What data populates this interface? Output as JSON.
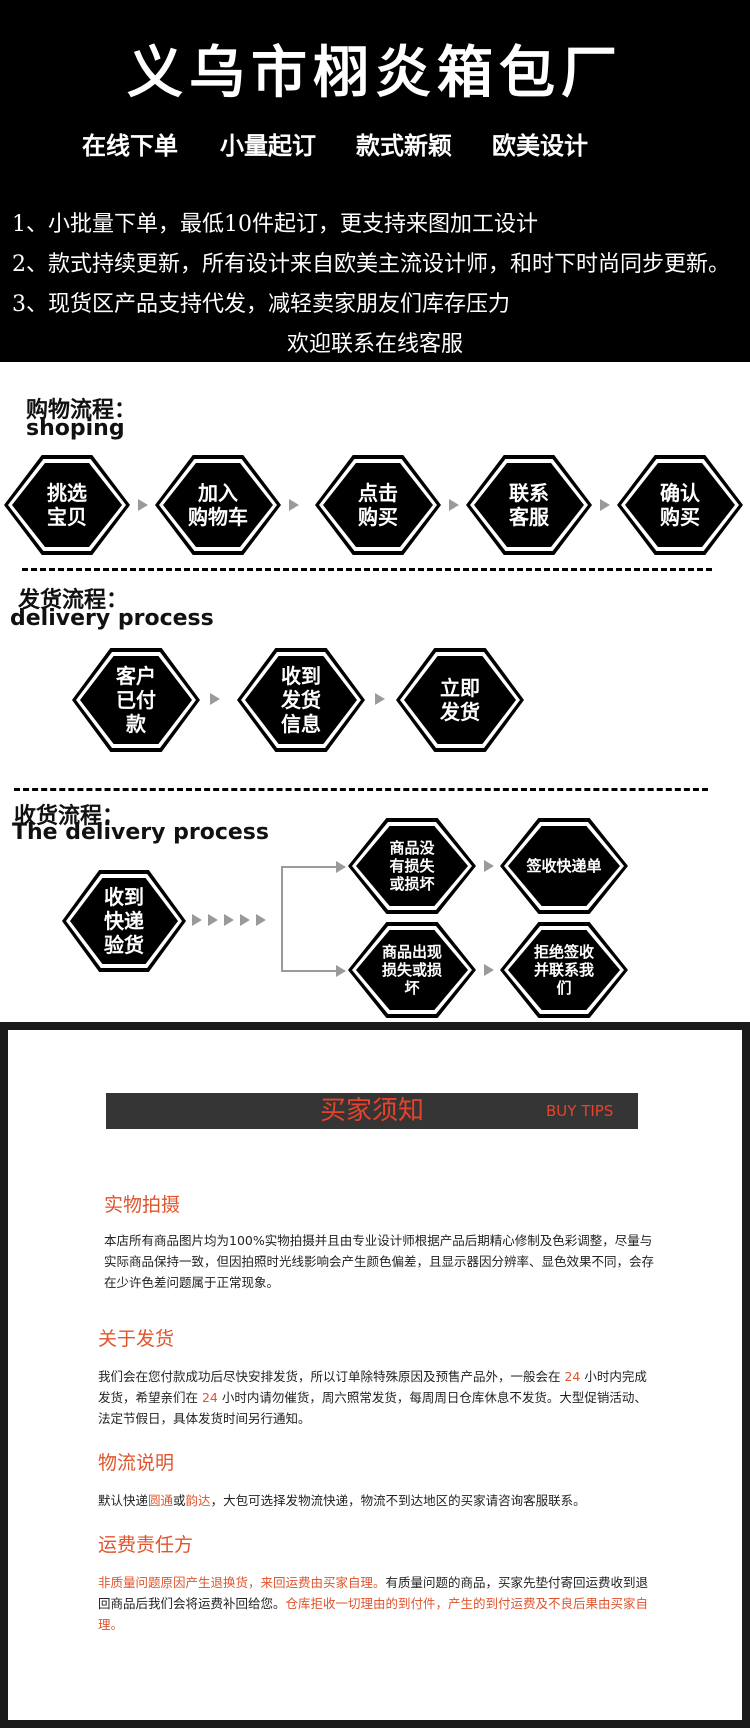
{
  "header": {
    "shop_name": "义乌市栩炎箱包厂",
    "tags": [
      "在线下单",
      "小量起订",
      "款式新颖",
      "欧美设计"
    ],
    "notes": [
      "1、小批量下单，最低10件起订，更支持来图加工设计",
      "2、款式持续更新，所有设计来自欧美主流设计师，和时下时尚同步更新。",
      "3、现货区产品支持代发，减轻卖家朋友们库存压力"
    ],
    "contact": "欢迎联系在线客服"
  },
  "shopping": {
    "title_cn": "购物流程：",
    "title_en": "shoping",
    "steps": [
      "挑选\n宝贝",
      "加入\n购物车",
      "点击\n购买",
      "联系\n客服",
      "确认\n购买"
    ]
  },
  "delivery": {
    "title_cn": "发货流程：",
    "title_en": "delivery  process",
    "steps": [
      "客户\n已付\n款",
      "收到\n发货\n信息",
      "立即\n发货"
    ]
  },
  "receiving": {
    "title_cn": "收货流程：",
    "title_en": "The delivery process",
    "start": "收到\n快递\n验货",
    "ok_check": "商品没\n有损失\n或损坏",
    "ok_result": "签收快递单",
    "bad_check": "商品出现\n损失或损\n坏",
    "bad_result": "拒绝签收\n并联系我\n们"
  },
  "tips": {
    "title_cn": "买家须知",
    "title_en": "BUY TIPS",
    "s1_title": "实物拍摄",
    "s1_text": "本店所有商品图片均为100%实物拍摄并且由专业设计师根据产品后期精心修制及色彩调整，尽量与实际商品保持一致，但因拍照时光线影响会产生颜色偏差，且显示器因分辨率、显色效果不同，会存在少许色差问题属于正常现象。",
    "s2_title": "关于发货",
    "s2_a": "我们会在您付款成功后尽快安排发货，所以订单除特殊原因及预售产品外，一般会在 ",
    "s2_h1": "24",
    "s2_b": " 小时内完成发货，希望亲们在 ",
    "s2_h2": "24",
    "s2_c": " 小时内请勿催货，周六照常发货，每周周日仓库休息不发货。大型促销活动、法定节假日，具体发货时间另行通知。",
    "s3_title": "物流说明",
    "s3_a": "默认快递",
    "s3_h1": "圆通",
    "s3_b": "或",
    "s3_h2": "韵达",
    "s3_c": "，大包可选择发物流快递，物流不到达地区的买家请咨询客服联系。",
    "s4_title": "运费责任方",
    "s4_h1": "非质量问题原因产生退换货，来回运费由买家自理。",
    "s4_a": "有质量问题的商品，买家先垫付寄回运费收到退回商品后我们会将运费补回给您。",
    "s4_h2": "仓库拒收一切理由的到付件，产生的到付运费及不良后果由买家自理。"
  }
}
